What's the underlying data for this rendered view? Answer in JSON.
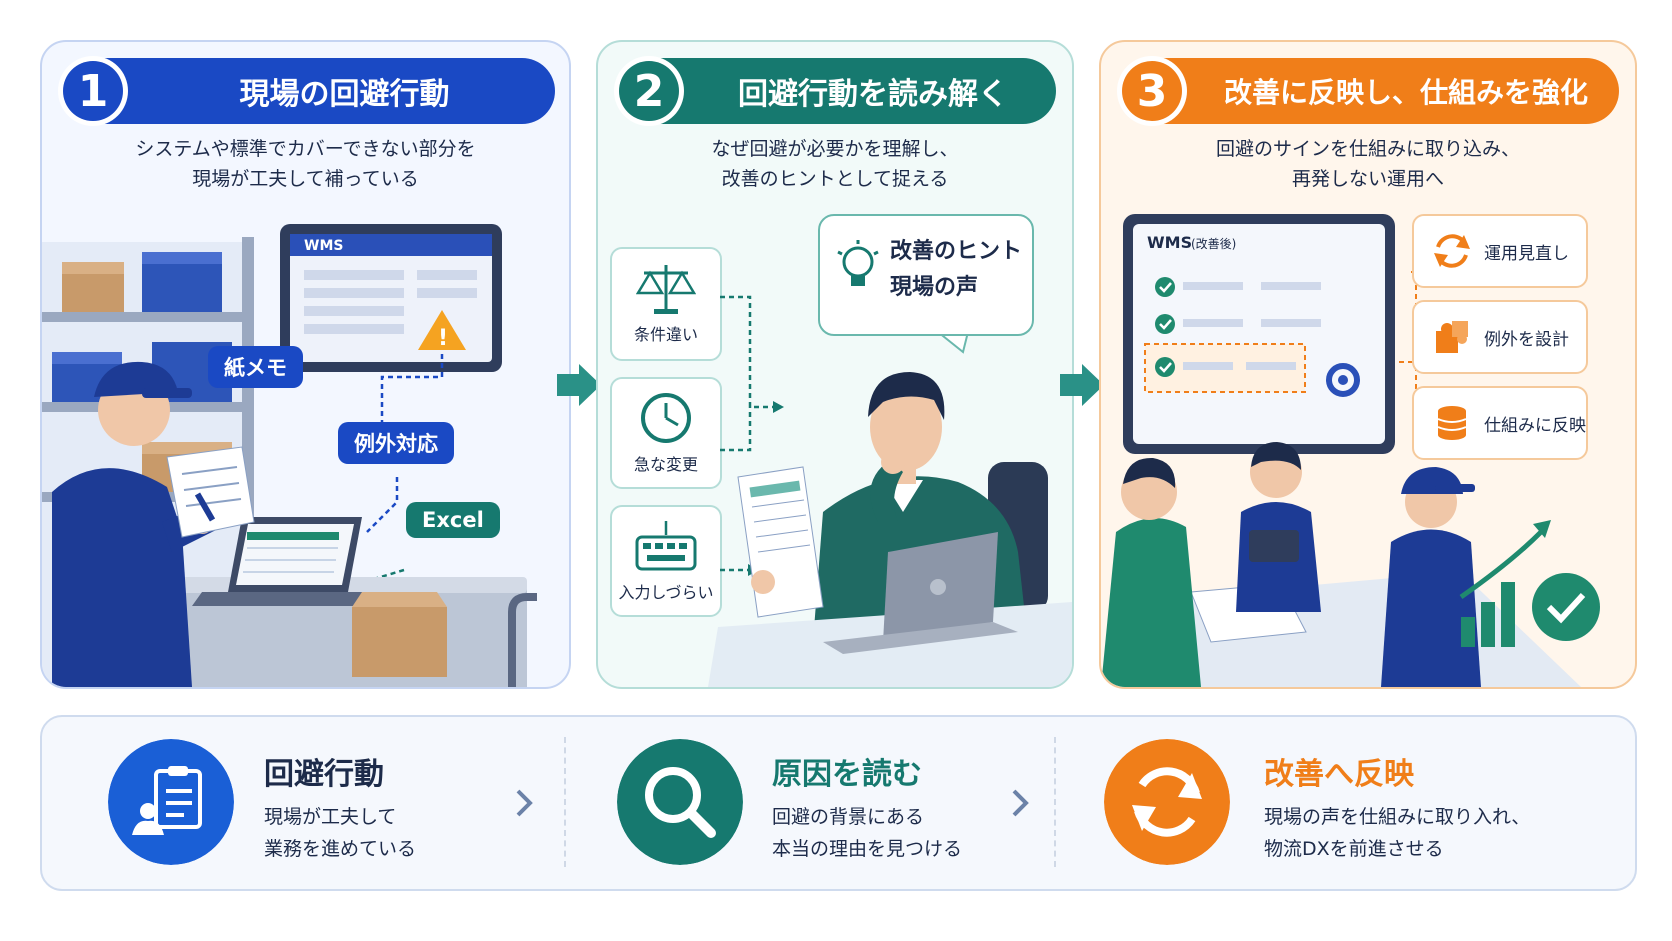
{
  "steps": [
    {
      "number": "1",
      "title": "現場の回避行動",
      "desc_line1": "システムや標準でカバーできない部分を",
      "desc_line2": "現場が工夫して補っている",
      "screen_label": "WMS",
      "labels": [
        "紙メモ",
        "例外対応",
        "Excel"
      ]
    },
    {
      "number": "2",
      "title": "回避行動を読み解く",
      "desc_line1": "なぜ回避が必要かを理解し、",
      "desc_line2": "改善のヒントとして捉える",
      "chips": [
        "条件違い",
        "急な変更",
        "入力しづらい"
      ],
      "bubble_line1": "改善のヒント",
      "bubble_line2": "現場の声"
    },
    {
      "number": "3",
      "title": "改善に反映し、仕組みを強化",
      "desc_line1": "回避のサインを仕組みに取り込み、",
      "desc_line2": "再発しない運用へ",
      "screen_label": "WMS",
      "screen_sublabel": "(改善後)",
      "chips": [
        "運用見直し",
        "例外を設計",
        "仕組みに反映"
      ]
    }
  ],
  "summary": [
    {
      "title": "回避行動",
      "line1": "現場が工夫して",
      "line2": "業務を進めている"
    },
    {
      "title": "原因を読む",
      "line1": "回避の背景にある",
      "line2": "本当の理由を見つける"
    },
    {
      "title": "改善へ反映",
      "line1": "現場の声を仕組みに取り入れ、",
      "line2": "物流DXを前進させる"
    }
  ],
  "colors": {
    "blue": "#1a49c4",
    "teal": "#16796f",
    "orange": "#f07e19",
    "navy": "#1d2b4a"
  }
}
